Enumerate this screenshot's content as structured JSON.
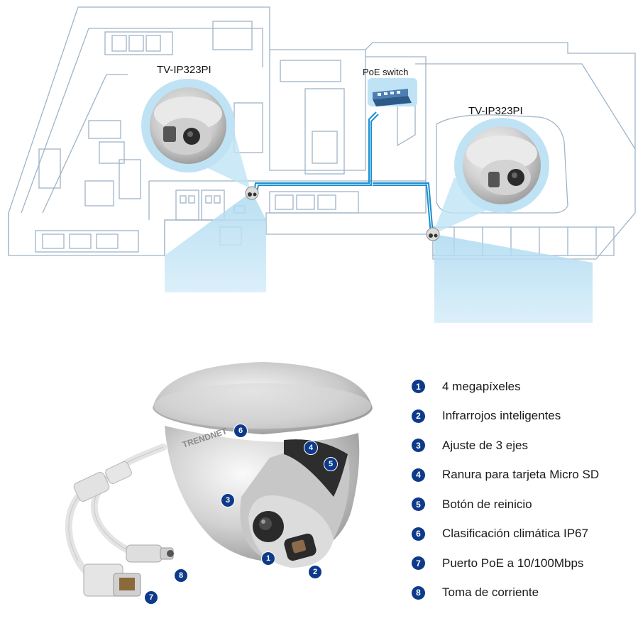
{
  "floorplan": {
    "camera_label_left": "TV-IP323PI",
    "camera_label_right": "TV-IP323PI",
    "switch_label": "PoE switch"
  },
  "camera_badges": [
    "6",
    "4",
    "5",
    "3",
    "1",
    "2",
    "8",
    "7"
  ],
  "features": [
    {
      "num": "1",
      "text": "4 megapíxeles"
    },
    {
      "num": "2",
      "text": "Infrarrojos inteligentes"
    },
    {
      "num": "3",
      "text": "Ajuste de 3 ejes"
    },
    {
      "num": "4",
      "text": "Ranura para tarjeta Micro SD"
    },
    {
      "num": "5",
      "text": "Botón de reinicio"
    },
    {
      "num": "6",
      "text": "Clasificación climática IP67"
    },
    {
      "num": "7",
      "text": "Puerto PoE a 10/100Mbps"
    },
    {
      "num": "8",
      "text": "Toma de corriente"
    }
  ],
  "brand": "TRENDNET",
  "colors": {
    "accent": "#0d3a8a",
    "network_line": "#1a8fd0",
    "coverage": "#bfe3f5",
    "lineart": "#9fb4c8"
  }
}
